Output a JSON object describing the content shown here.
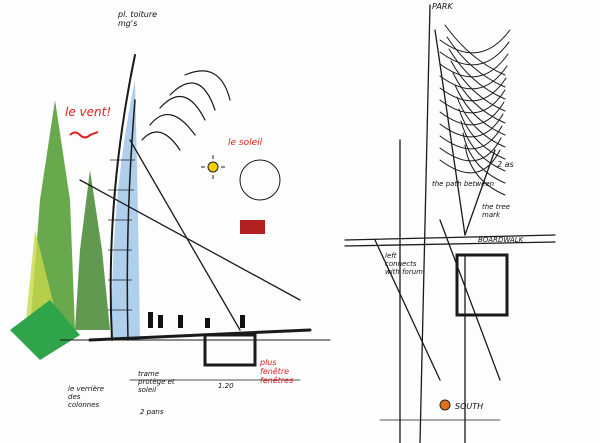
{
  "left_sketch": {
    "title_note": "pl. toiture mg's",
    "wind_label": "le vent!",
    "sun_label": "le soleil",
    "bottom_notes": [
      "le verrière des colonnes",
      "trame protège et soleil",
      "2 pans",
      "1.20",
      "plus fenêtre fenêtres"
    ],
    "colors": {
      "wind": "#e02020",
      "sun": "#f5d000",
      "glass": "#6fa6d8",
      "trees": "#3a8a2a"
    }
  },
  "right_sketch": {
    "top_label": "PARK",
    "angle_label": "2 as",
    "mid_notes": [
      "the path between",
      "the tree mark",
      "BOARDWALK",
      "left connects with forum"
    ],
    "bottom_label": "SOUTH",
    "colors": {
      "marker": "#e07020"
    }
  }
}
